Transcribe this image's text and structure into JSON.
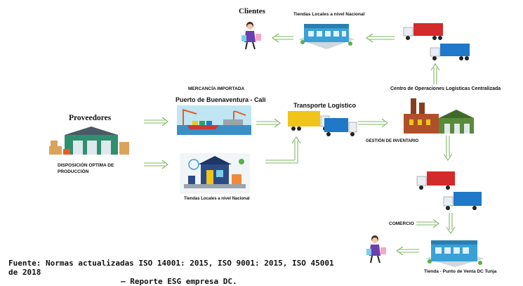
{
  "labels": {
    "clientes": "Clientes",
    "tiendas_top": "Tiendas Locales a nivel Nacional",
    "mercancia": "MERCANCÍA IMPORTADA",
    "puerto": "Puerto de Buenaventura - Cali",
    "transporte": "Transporte Logístico",
    "centro": "Centro de Operaciones Logísticas Centralizada",
    "proveedores": "Proveedores",
    "gestion": "GESTIÓN DE INVENTARIO",
    "disposicion": "DISPOSICIÓN OPTIMA DE PRODUCCIÓN",
    "tiendas_mid": "Tiendas Locales a nivel Nacional",
    "comercio": "COMERCIO",
    "tienda_dc": "Tienda - Punto de Venta DC Tunja"
  },
  "source": {
    "line1": "Fuente: Normas actualizadas ISO 14001: 2015, ISO 9001: 2015, ISO 45001 de 2018",
    "line2": "– Reporte ESG empresa DC."
  },
  "colors": {
    "arrow": "#7cb860",
    "truck_red": "#d42a2a",
    "truck_blue": "#1f78c8",
    "truck_yellow": "#f0c419",
    "store_blue": "#3aa0d8",
    "factory_brown": "#8a3d1e"
  },
  "icons": {
    "customer": "shopper-icon",
    "store": "store-icon",
    "truck": "truck-icon",
    "port": "port-icon",
    "warehouse": "warehouse-icon",
    "factory": "factory-icon"
  }
}
